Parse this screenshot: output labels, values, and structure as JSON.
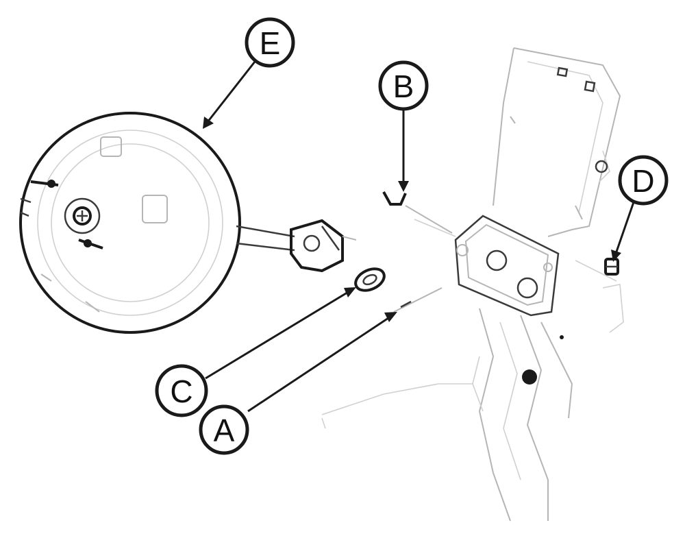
{
  "callouts": [
    {
      "id": "A",
      "label": "A"
    },
    {
      "id": "B",
      "label": "B"
    },
    {
      "id": "C",
      "label": "C"
    },
    {
      "id": "D",
      "label": "D"
    },
    {
      "id": "E",
      "label": "E"
    }
  ],
  "colors": {
    "ink": "#1a1a1a",
    "faint_line": "#c8c8c8",
    "background": "#ffffff"
  }
}
